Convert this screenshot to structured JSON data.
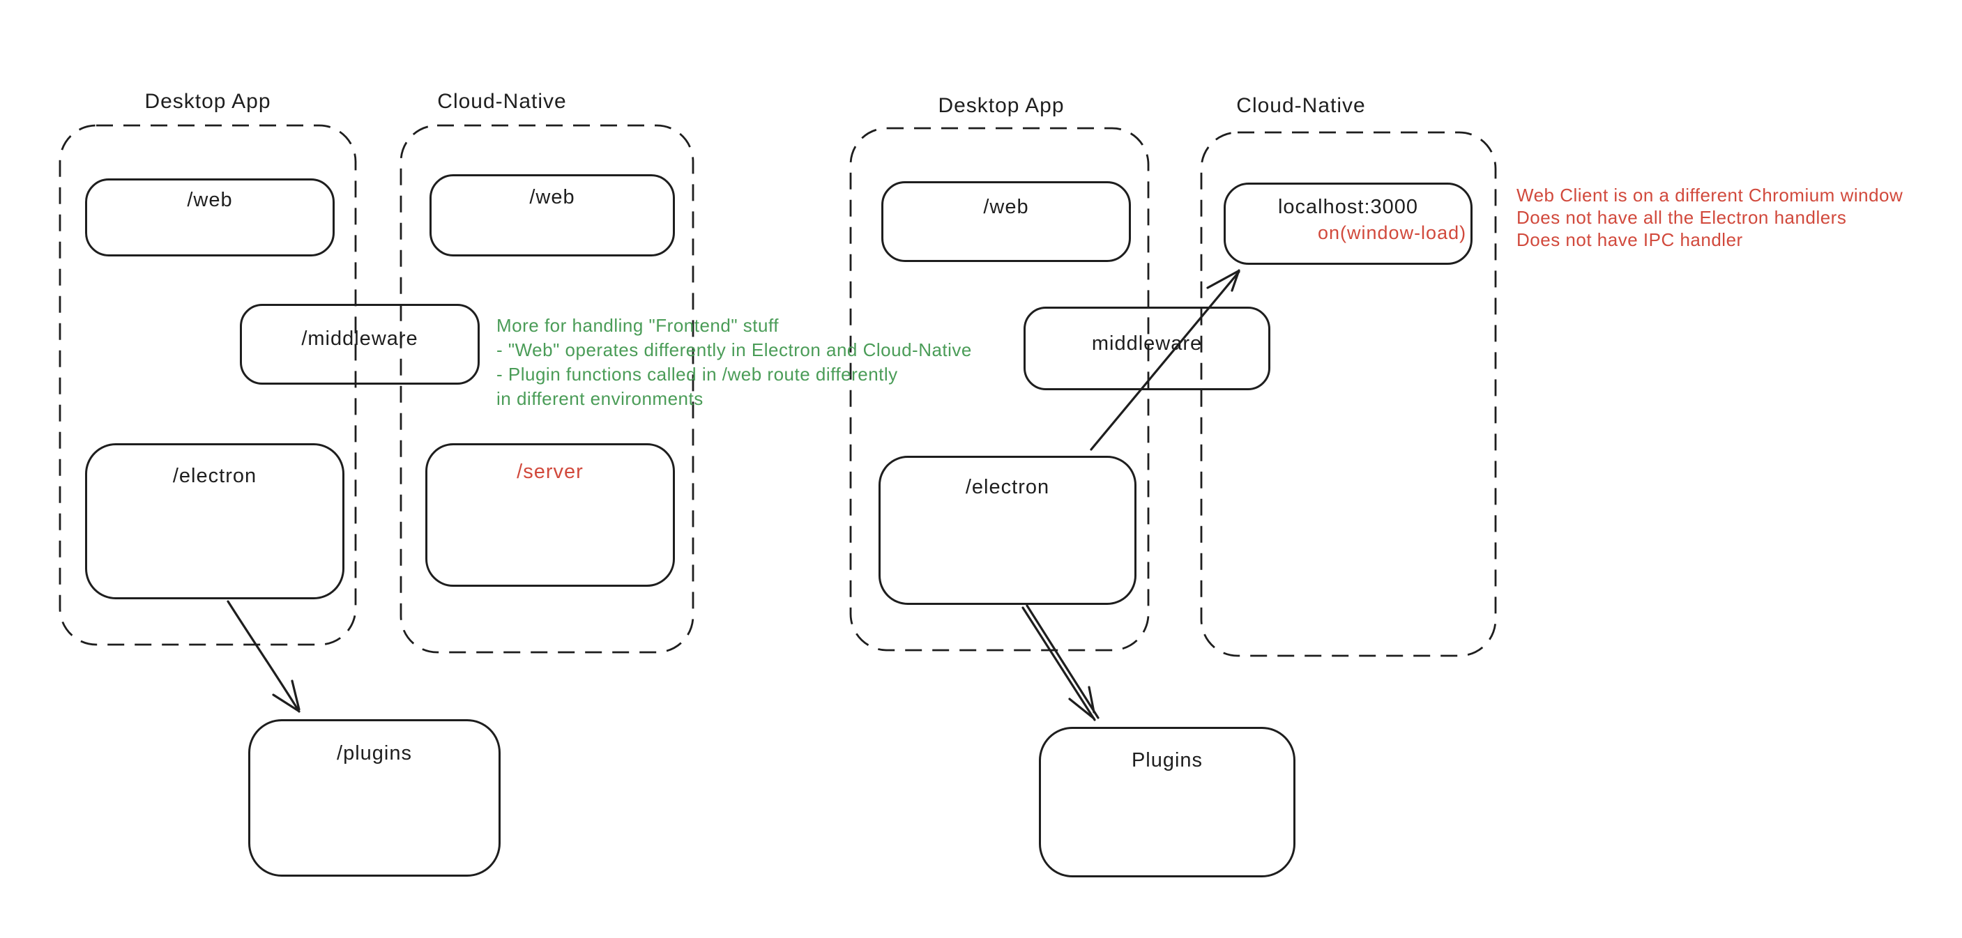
{
  "colors": {
    "ink": "#1e1e1e",
    "red": "#d1493c",
    "green": "#4a9c57",
    "background": "#ffffff"
  },
  "left": {
    "desktop_label": "Desktop App",
    "cloud_label": "Cloud-Native",
    "desktop_web": "/web",
    "cloud_web": "/web",
    "middleware": "/middleware",
    "electron": "/electron",
    "server": "/server",
    "plugins": "/plugins",
    "note": {
      "line1": "More for handling \"Frontend\" stuff",
      "line2": "- \"Web\" operates differently in Electron and Cloud-Native",
      "line3": "- Plugin functions called in /web route differently",
      "line4": "in different environments"
    }
  },
  "right": {
    "desktop_label": "Desktop App",
    "cloud_label": "Cloud-Native",
    "desktop_web": "/web",
    "localhost_title": "localhost:3000",
    "localhost_event": "on(window-load)",
    "middleware": "middleware",
    "electron": "/electron",
    "plugins": "Plugins",
    "note": {
      "line1": "Web Client is on a different Chromium window",
      "line2": "Does not have all the Electron handlers",
      "line3": "Does not have IPC handler"
    }
  }
}
